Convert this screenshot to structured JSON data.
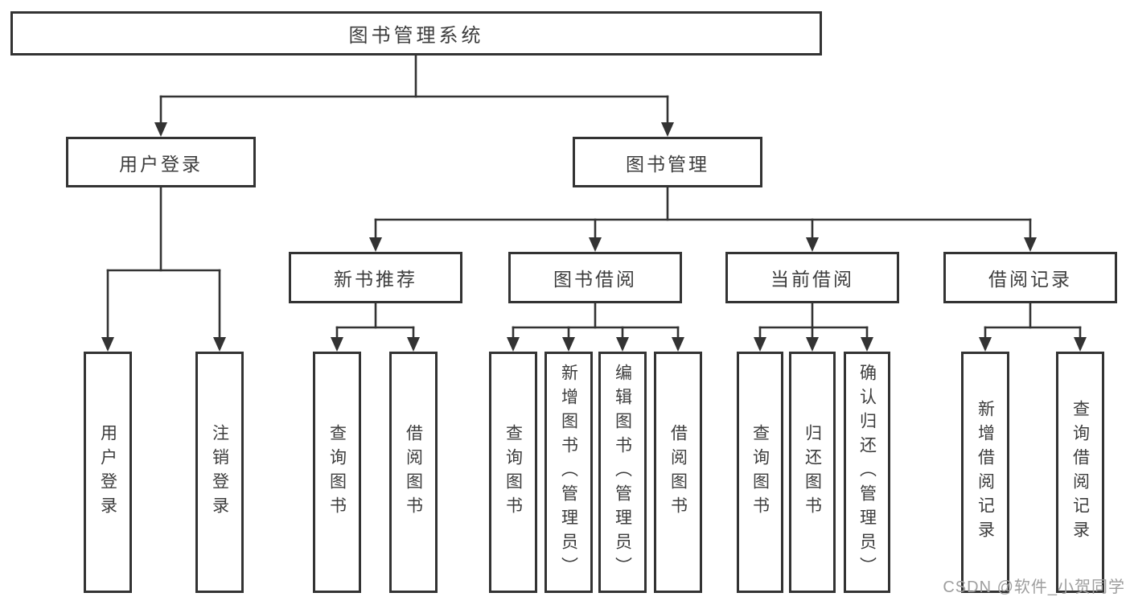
{
  "tree": {
    "root": "图书管理系统",
    "branches": [
      {
        "label": "用户登录",
        "children": [
          "用户登录",
          "注销登录"
        ]
      },
      {
        "label": "图书管理",
        "groups": [
          {
            "label": "新书推荐",
            "children": [
              "查询图书",
              "借阅图书"
            ]
          },
          {
            "label": "图书借阅",
            "children": [
              "查询图书",
              "新增图书（管理员）",
              "编辑图书（管理员）",
              "借阅图书"
            ]
          },
          {
            "label": "当前借阅",
            "children": [
              "查询图书",
              "归还图书",
              "确认归还（管理员）"
            ]
          },
          {
            "label": "借阅记录",
            "children": [
              "新增借阅记录",
              "查询借阅记录"
            ]
          }
        ]
      }
    ]
  },
  "watermark": "CSDN @软件_小贺同学",
  "colors": {
    "line": "#333333",
    "box_border": "#333333",
    "text": "#3d3d3d",
    "background": "#ffffff",
    "watermark": "#9e9e9e"
  }
}
